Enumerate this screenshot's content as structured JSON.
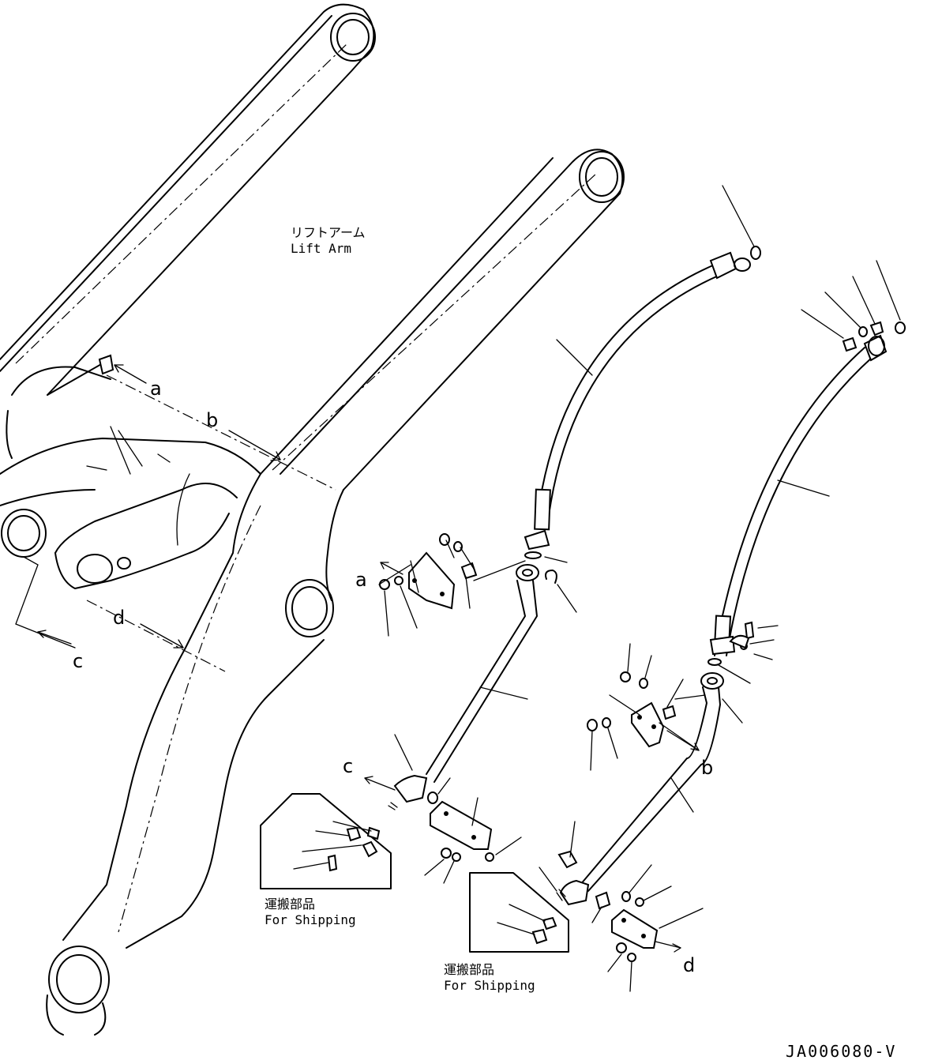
{
  "lift_arm_label_jp": "リフトアーム",
  "lift_arm_label_en": "Lift Arm",
  "ref_a": "a",
  "ref_b": "b",
  "ref_c": "c",
  "ref_d": "d",
  "shipping_label_jp": "運搬部品",
  "shipping_label_en": "For Shipping",
  "drawing_code": "JA006080-V"
}
